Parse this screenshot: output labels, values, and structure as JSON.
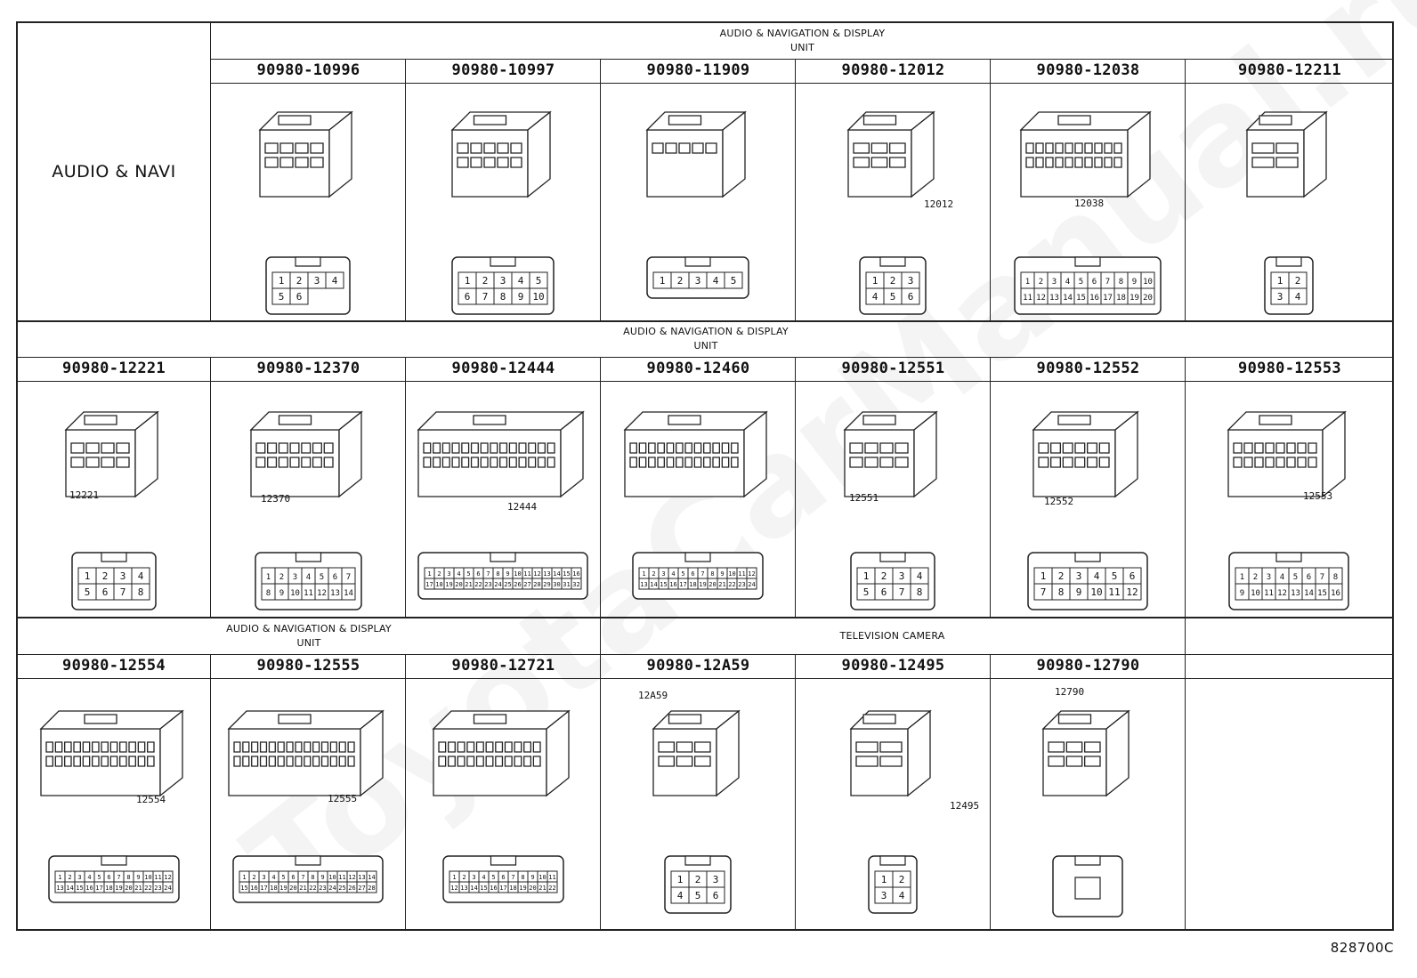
{
  "watermark": "ToyotaCarManual.ru",
  "footer_code": "828700C",
  "row_title": "AUDIO & NAVI",
  "groups": [
    {
      "label_line1": "AUDIO & NAVIGATION & DISPLAY",
      "label_line2": "UNIT"
    },
    {
      "label_line1": "AUDIO & NAVIGATION & DISPLAY",
      "label_line2": "UNIT"
    },
    {
      "label_line1": "AUDIO & NAVIGATION & DISPLAY",
      "label_line2": "UNIT"
    },
    {
      "label_line1": "TELEVISION CAMERA"
    }
  ],
  "connectors": [
    {
      "part": "90980-10996",
      "pins": [
        "1",
        "2",
        "3",
        "4",
        "5",
        "6"
      ]
    },
    {
      "part": "90980-10997",
      "pins": [
        "1",
        "2",
        "3",
        "4",
        "5",
        "6",
        "7",
        "8",
        "9",
        "10"
      ]
    },
    {
      "part": "90980-11909",
      "pins": [
        "1",
        "2",
        "3",
        "4",
        "5"
      ]
    },
    {
      "part": "90980-12012",
      "code": "12012",
      "pins": [
        "1",
        "2",
        "3",
        "4",
        "5",
        "6"
      ]
    },
    {
      "part": "90980-12038",
      "code": "12038",
      "pins": [
        "1",
        "2",
        "3",
        "4",
        "5",
        "6",
        "7",
        "8",
        "9",
        "10",
        "11",
        "12",
        "13",
        "14",
        "15",
        "16",
        "17",
        "18",
        "19",
        "20"
      ]
    },
    {
      "part": "90980-12211",
      "pins": [
        "1",
        "2",
        "3",
        "4"
      ]
    },
    {
      "part": "90980-12221",
      "code": "12221",
      "pins": [
        "1",
        "2",
        "3",
        "4",
        "5",
        "6",
        "7",
        "8"
      ]
    },
    {
      "part": "90980-12370",
      "code": "12370",
      "pins": [
        "1",
        "2",
        "3",
        "4",
        "5",
        "6",
        "7",
        "8",
        "9",
        "10",
        "11",
        "12",
        "13",
        "14"
      ]
    },
    {
      "part": "90980-12444",
      "code": "12444",
      "pins": [
        "1",
        "2",
        "3",
        "4",
        "5",
        "6",
        "7",
        "8",
        "9",
        "10",
        "11",
        "12",
        "13",
        "14",
        "15",
        "16",
        "17",
        "18",
        "19",
        "20",
        "21",
        "22",
        "23",
        "24",
        "25",
        "26",
        "27",
        "28",
        "29",
        "30",
        "31",
        "32"
      ]
    },
    {
      "part": "90980-12460",
      "pins": [
        "1",
        "2",
        "3",
        "4",
        "5",
        "6",
        "7",
        "8",
        "9",
        "10",
        "11",
        "12",
        "13",
        "14",
        "15",
        "16",
        "17",
        "18",
        "19",
        "20",
        "21",
        "22",
        "23",
        "24"
      ]
    },
    {
      "part": "90980-12551",
      "code": "12551",
      "pins": [
        "1",
        "2",
        "3",
        "4",
        "5",
        "6",
        "7",
        "8"
      ]
    },
    {
      "part": "90980-12552",
      "code": "12552",
      "pins": [
        "1",
        "2",
        "3",
        "4",
        "5",
        "6",
        "7",
        "8",
        "9",
        "10",
        "11",
        "12"
      ]
    },
    {
      "part": "90980-12553",
      "code": "12553",
      "pins": [
        "1",
        "2",
        "3",
        "4",
        "5",
        "6",
        "7",
        "8",
        "9",
        "10",
        "11",
        "12",
        "13",
        "14",
        "15",
        "16"
      ]
    },
    {
      "part": "90980-12554",
      "code": "12554",
      "pins": [
        "1",
        "2",
        "3",
        "4",
        "5",
        "6",
        "7",
        "8",
        "9",
        "10",
        "11",
        "12",
        "13",
        "14",
        "15",
        "16",
        "17",
        "18",
        "19",
        "20",
        "21",
        "22",
        "23",
        "24"
      ]
    },
    {
      "part": "90980-12555",
      "code": "12555",
      "pins": [
        "1",
        "2",
        "3",
        "4",
        "5",
        "6",
        "7",
        "8",
        "9",
        "10",
        "11",
        "12",
        "13",
        "14",
        "15",
        "16",
        "17",
        "18",
        "19",
        "20",
        "21",
        "22",
        "23",
        "24",
        "25",
        "26",
        "27",
        "28"
      ]
    },
    {
      "part": "90980-12721",
      "pins": [
        "1",
        "2",
        "3",
        "4",
        "5",
        "6",
        "7",
        "8",
        "9",
        "10",
        "11",
        "12",
        "13",
        "14",
        "15",
        "16",
        "17",
        "18",
        "19",
        "20",
        "21",
        "22"
      ]
    },
    {
      "part": "90980-12A59",
      "code": "12A59",
      "pins": [
        "1",
        "2",
        "3",
        "4",
        "5",
        "6"
      ]
    },
    {
      "part": "90980-12495",
      "code": "12495",
      "pins": [
        "1",
        "2",
        "3",
        "4"
      ]
    },
    {
      "part": "90980-12790",
      "code": "12790",
      "pins": []
    }
  ]
}
